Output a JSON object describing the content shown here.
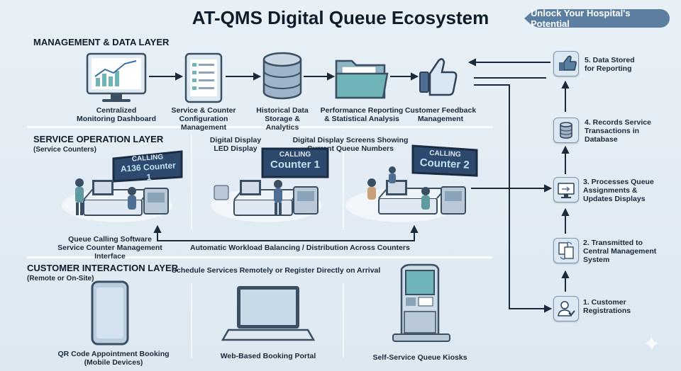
{
  "title": "AT-QMS Digital Queue Ecosystem",
  "banner": "Unlock Your Hospital's Potential",
  "management_layer": {
    "heading": "MANAGEMENT & DATA LAYER",
    "items": [
      {
        "label": "Centralized\nMonitoring Dashboard",
        "icon": "monitor-chart-icon"
      },
      {
        "label": "Service & Counter\nConfiguration Management",
        "icon": "tablet-icon"
      },
      {
        "label": "Historical Data\nStorage & Analytics",
        "icon": "database-icon"
      },
      {
        "label": "Performance Reporting\n& Statistical Analysis",
        "icon": "folder-icon"
      },
      {
        "label": "Customer Feedback\nManagement",
        "icon": "thumbs-up-icon"
      }
    ]
  },
  "service_layer": {
    "heading": "SERVICE OPERATION LAYER",
    "subheading": "(Service Counters)",
    "display_label_1": "Digital Display\nLED Display",
    "display_label_2": "Digital Display Screens Showing\nCurrent Queue Numbers",
    "screens": [
      {
        "top": "CALLING",
        "main": "A136 Counter 1"
      },
      {
        "top": "CALLING",
        "main": "Counter 1"
      },
      {
        "top": "CALLING",
        "main": "Counter 2"
      }
    ],
    "software_label": "Queue Calling Software\nService Counter Management Interface",
    "balancing_label": "Automatic Workload Balancing / Distribution Across Counters"
  },
  "customer_layer": {
    "heading": "CUSTOMER INTERACTION LAYER",
    "subheading": "(Remote or On-Site)",
    "schedule_label": "Schedule Services Remotely or Register Directly on Arrival",
    "items": [
      {
        "label": "QR Code Appointment Booking\n(Mobile Devices)",
        "icon": "smartphone-icon"
      },
      {
        "label": "Web-Based Booking Portal",
        "icon": "laptop-icon"
      },
      {
        "label": "Self-Service Queue Kiosks",
        "icon": "kiosk-icon"
      }
    ]
  },
  "flow_steps": [
    {
      "label": "5. Data Stored\nfor Reporting",
      "icon": "thumbs-up-icon"
    },
    {
      "label": "4. Records Service\nTransactions in\n   Database",
      "icon": "database-icon"
    },
    {
      "label": "3. Processes Queue\nAssignments &\nUpdates Displays",
      "icon": "monitor-icon"
    },
    {
      "label": "2. Transmitted to\nCentral Management\nSystem",
      "icon": "document-transfer-icon"
    },
    {
      "label": "1. Customer\nRegistrations",
      "icon": "user-check-icon"
    }
  ],
  "colors": {
    "accent": "#5b7ea1",
    "screen": "#2d4a6e",
    "teal": "#6fb5b8",
    "background": "#e4edf4"
  }
}
